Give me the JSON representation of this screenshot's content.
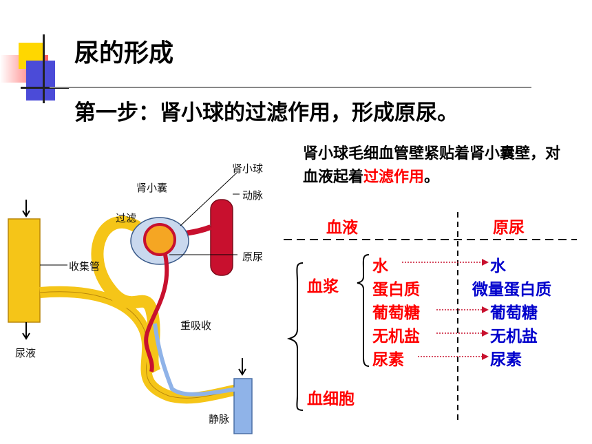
{
  "slide": {
    "title": "尿的形成",
    "subtitle": "第一步：肾小球的过滤作用，形成原尿。",
    "desc_before": "肾小球毛细血管壁紧贴着肾小囊壁，对血液起着",
    "desc_highlight": "过滤作用",
    "desc_after": "。"
  },
  "figure": {
    "labels": {
      "glomerulus": "肾小球",
      "capsule": "肾小囊",
      "filtration": "过滤",
      "artery": "动脉",
      "primary_urine": "原尿",
      "collecting_duct": "收集管",
      "reabsorption": "重吸收",
      "urine": "尿液",
      "vein": "静脉"
    }
  },
  "table": {
    "header_left": "血液",
    "header_right": "原尿",
    "plasma": "血浆",
    "blood_cells": "血细胞",
    "left_items": [
      "水",
      "蛋白质",
      "葡萄糖",
      "无机盐",
      "尿素"
    ],
    "right_items": [
      "水",
      "微量蛋白质",
      "葡萄糖",
      "无机盐",
      "尿素"
    ]
  },
  "colors": {
    "red": "#ff0000",
    "blue": "#0000cc",
    "tube_yellow": "#f5c518",
    "artery_red": "#c8102e",
    "vein_blue": "#8fb3e8"
  }
}
